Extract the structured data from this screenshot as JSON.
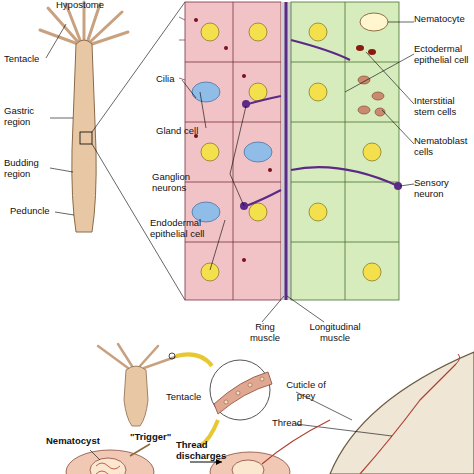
{
  "diagram": {
    "labels": [
      "Hypostome",
      "Tentacle",
      "Gastric region",
      "Budding region",
      "Peduncle",
      "Cilia",
      "Gland cell",
      "Ganglion neurons",
      "Endodermal epithelial cell",
      "Ring muscle",
      "Longitudinal muscle",
      "Nematocyte",
      "Ectodermal epithelial cell",
      "Interstitial stem cells",
      "Nematoblast cells",
      "Sensory neuron",
      "Tentacle",
      "Cuticle of prey",
      "Thread",
      "Nematocyst",
      "\"Trigger\"",
      "Thread discharges"
    ]
  }
}
